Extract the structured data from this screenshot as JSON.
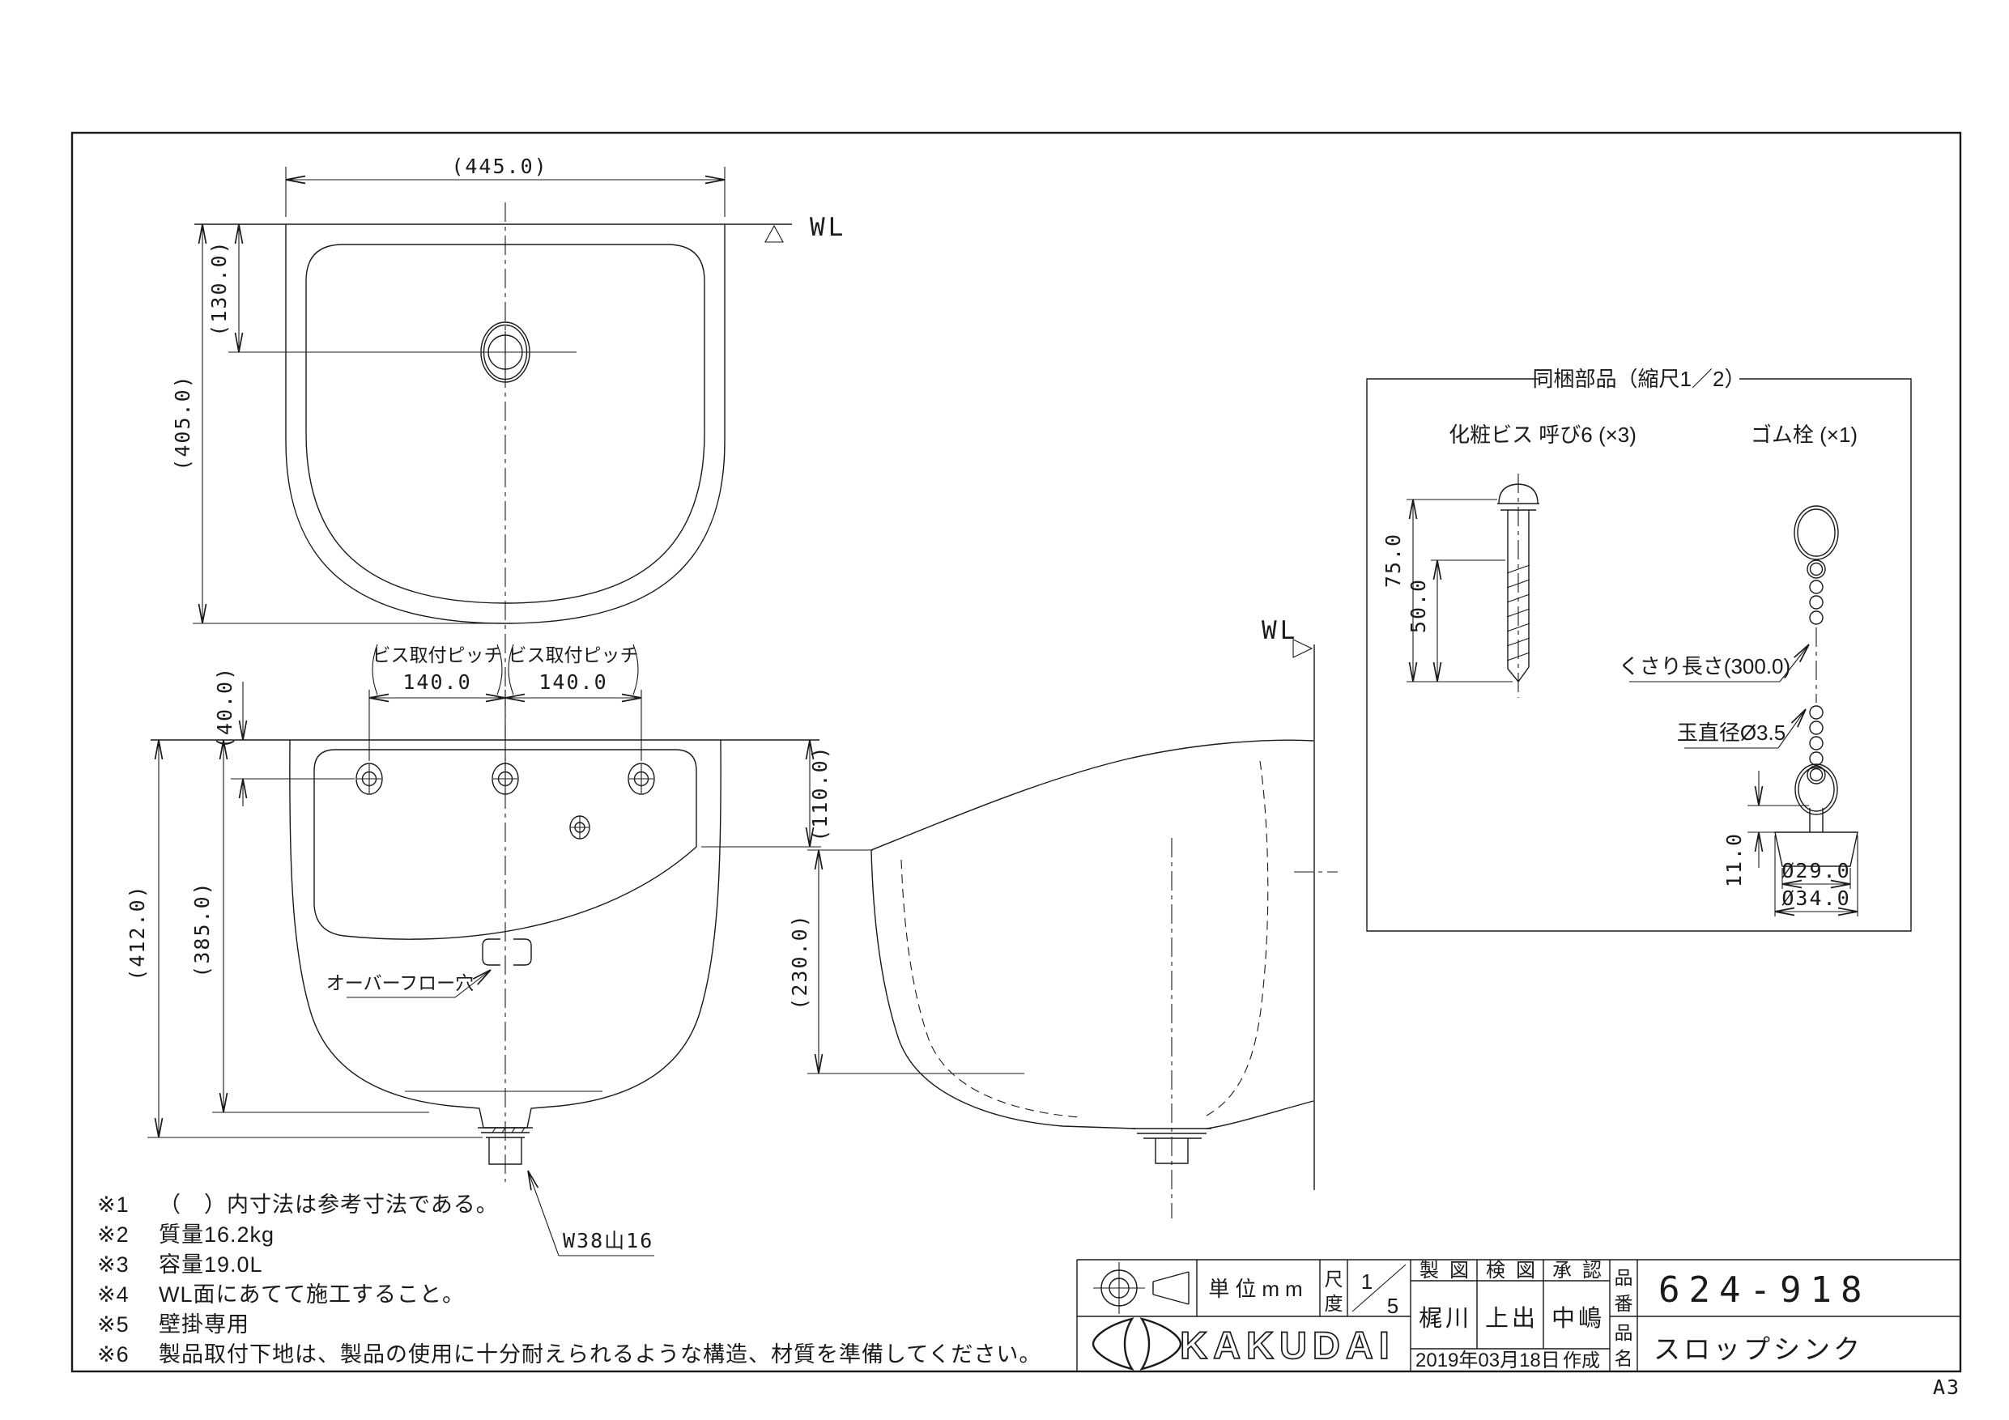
{
  "top_view": {
    "width": "(445.0)",
    "drain_offset": "(130.0)",
    "height": "(405.0)",
    "wl": "WL"
  },
  "front_view": {
    "pitch_label": "ビス取付ピッチ",
    "pitch": "140.0",
    "top_offset": "(40.0)",
    "rim_depth": "(110.0)",
    "body_height": "(385.0)",
    "overall_height": "(412.0)",
    "overflow_label": "オーバーフロー穴",
    "thread_label": "W38山16"
  },
  "side_view": {
    "depth": "(230.0)",
    "wl": "WL"
  },
  "parts": {
    "box_title": "同梱部品（縮尺1／2）",
    "screw_label": "化粧ビス 呼び6 (×3)",
    "screw_len": "75.0",
    "screw_thread_len": "50.0",
    "plug_label": "ゴム栓 (×1)",
    "chain_label": "くさり長さ(300.0)",
    "ball_label": "玉直径Ø3.5",
    "plug_h": "11.0",
    "plug_d_top": "Ø29.0",
    "plug_d_bottom": "Ø34.0"
  },
  "notes": [
    {
      "no": "※1",
      "text": "（　）内寸法は参考寸法である。"
    },
    {
      "no": "※2",
      "text": "質量16.2kg"
    },
    {
      "no": "※3",
      "text": "容量19.0L"
    },
    {
      "no": "※4",
      "text": "WL面にあてて施工すること。"
    },
    {
      "no": "※5",
      "text": "壁掛専用"
    },
    {
      "no": "※6",
      "text": "製品取付下地は、製品の使用に十分耐えられるような構造、材質を準備してください。"
    }
  ],
  "title_block": {
    "unit": "単位mm",
    "scale_chars": [
      "尺",
      "度"
    ],
    "scale_num": "1",
    "scale_den": "5",
    "headers": [
      "製図",
      "検図",
      "承認"
    ],
    "names": [
      "梶川",
      "上出",
      "中嶋"
    ],
    "date": "2019年03月18日",
    "created": "作成",
    "part_no_chars": [
      "品",
      "番"
    ],
    "part_no": "624-918",
    "part_name_chars": [
      "品",
      "名"
    ],
    "part_name": "スロップシンク",
    "brand": "KAKUDAI",
    "sheet": "A3"
  }
}
